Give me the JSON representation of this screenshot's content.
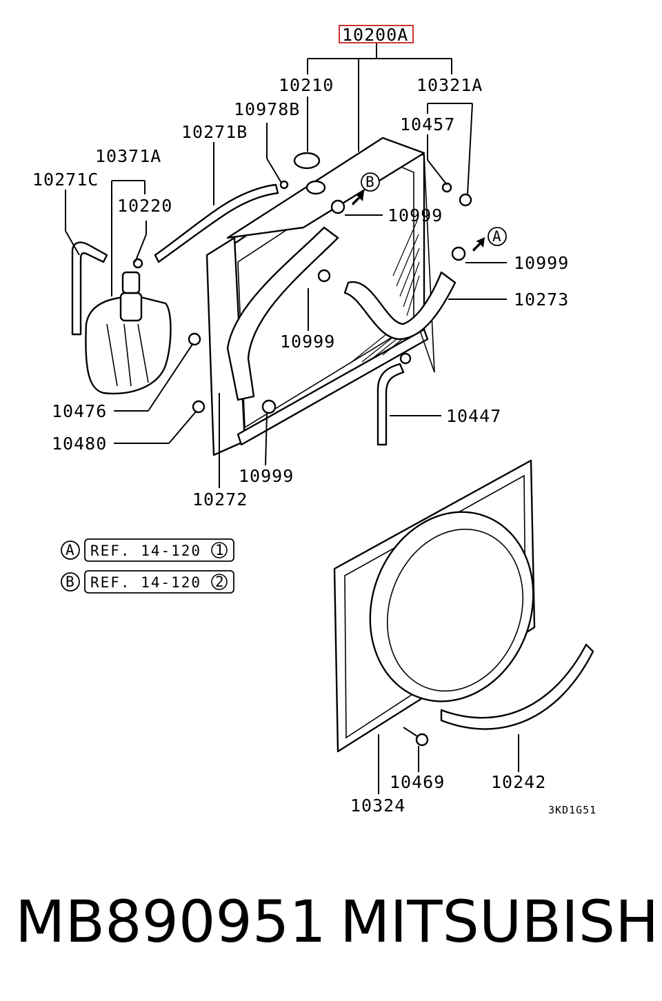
{
  "part_labels": {
    "assembly": "10200A",
    "cap": "10210",
    "drain_set": "10321A",
    "oring": "10457",
    "overflow_hose": "10978B",
    "tank_hose": "10271B",
    "reserve_tank": "10371A",
    "tank_hose_c": "10271C",
    "tank_cap": "10220",
    "clamp_upper": "10999",
    "clamp_lower_right": "10999",
    "lower_hose": "10273",
    "clamp_mid": "10999",
    "grommet": "10476",
    "bolt_tank": "10480",
    "drain_hose": "10447",
    "clamp_bottom": "10999",
    "upper_hose": "10272",
    "shroud": "10324",
    "shroud_bolt": "10469",
    "shroud_lower": "10242"
  },
  "markers": {
    "a": "A",
    "b": "B"
  },
  "references": [
    {
      "marker": "A",
      "text": "REF. 14-120",
      "circled_num": "1"
    },
    {
      "marker": "B",
      "text": "REF. 14-120",
      "circled_num": "2"
    }
  ],
  "diagram_code": "3KD1G51",
  "footer": {
    "part_number": "MB890951",
    "brand": "MITSUBISHI"
  },
  "colors": {
    "highlight_box": "#cc3333",
    "line": "#000000"
  }
}
